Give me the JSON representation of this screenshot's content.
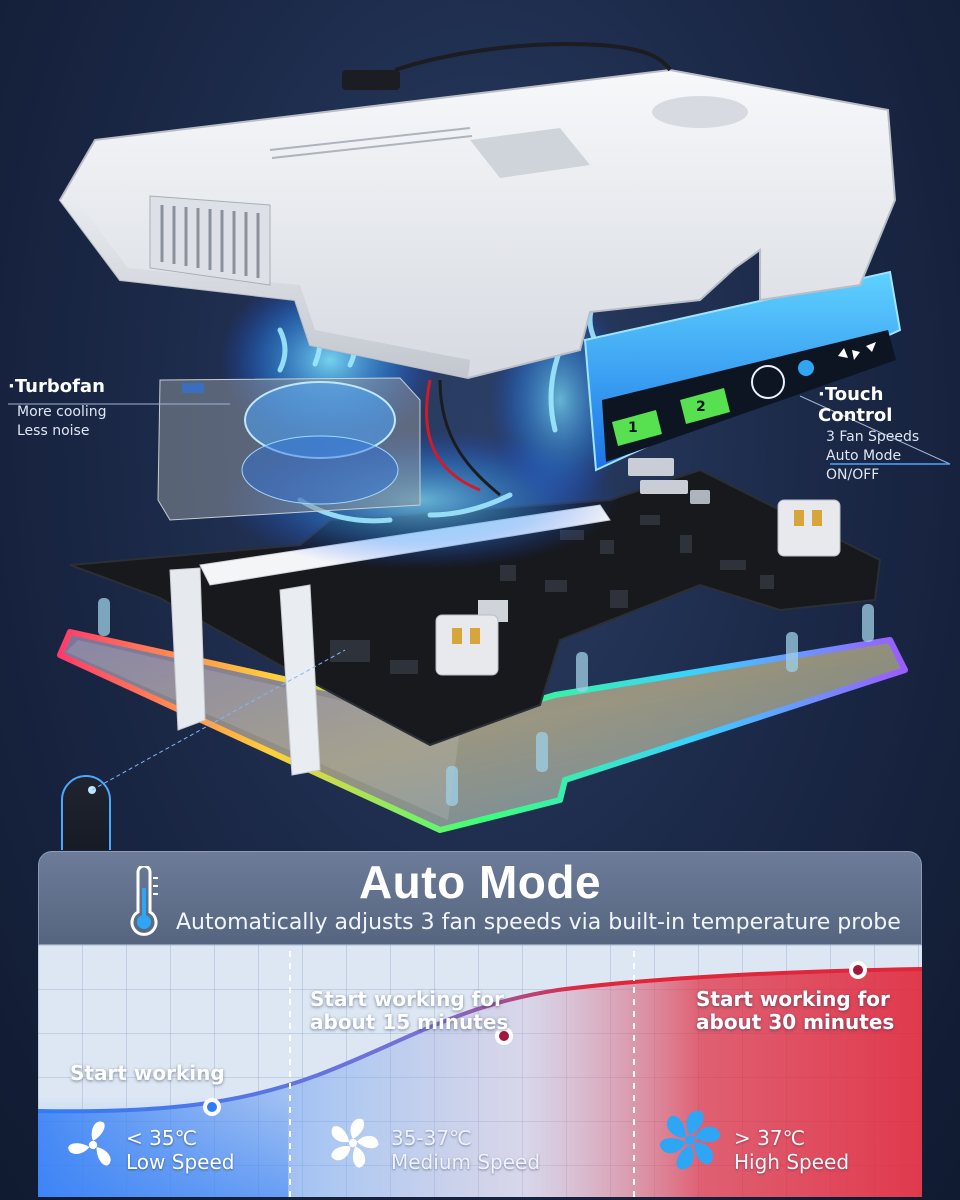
{
  "turbofan": {
    "title": "Turbofan",
    "lines": [
      "More cooling",
      "Less noise"
    ]
  },
  "touch_control": {
    "title": "Touch Control",
    "lines": [
      "3 Fan Speeds",
      "Auto Mode",
      "ON/OFF"
    ]
  },
  "auto_mode": {
    "title": "Auto Mode",
    "subtitle": "Automatically adjusts 3 fan speeds via built-in temperature probe"
  },
  "stages": {
    "start": "Start working",
    "fifteen": [
      "Start working for",
      "about 15 minutes"
    ],
    "thirty": [
      "Start working for",
      "about 30 minutes"
    ]
  },
  "speeds": {
    "low": {
      "temp": "< 35℃",
      "name": "Low Speed"
    },
    "medium": {
      "temp": "35-37℃",
      "name": "Medium Speed"
    },
    "high": {
      "temp": "> 37℃",
      "name": "High Speed"
    }
  },
  "colors": {
    "fan_blue": "#2fa6f5",
    "curve_blue": "#2f7cf6",
    "curve_red": "#e0263a",
    "rgb_edge": [
      "#ff3b6b",
      "#ffcf3a",
      "#3bff7a",
      "#3ad2ff",
      "#9b5bff"
    ]
  },
  "icons": {
    "thermometer": "thermometer-icon",
    "fan": "fan-icon",
    "usb_cable": "usb-cable-icon",
    "controller": "controller-icon"
  }
}
